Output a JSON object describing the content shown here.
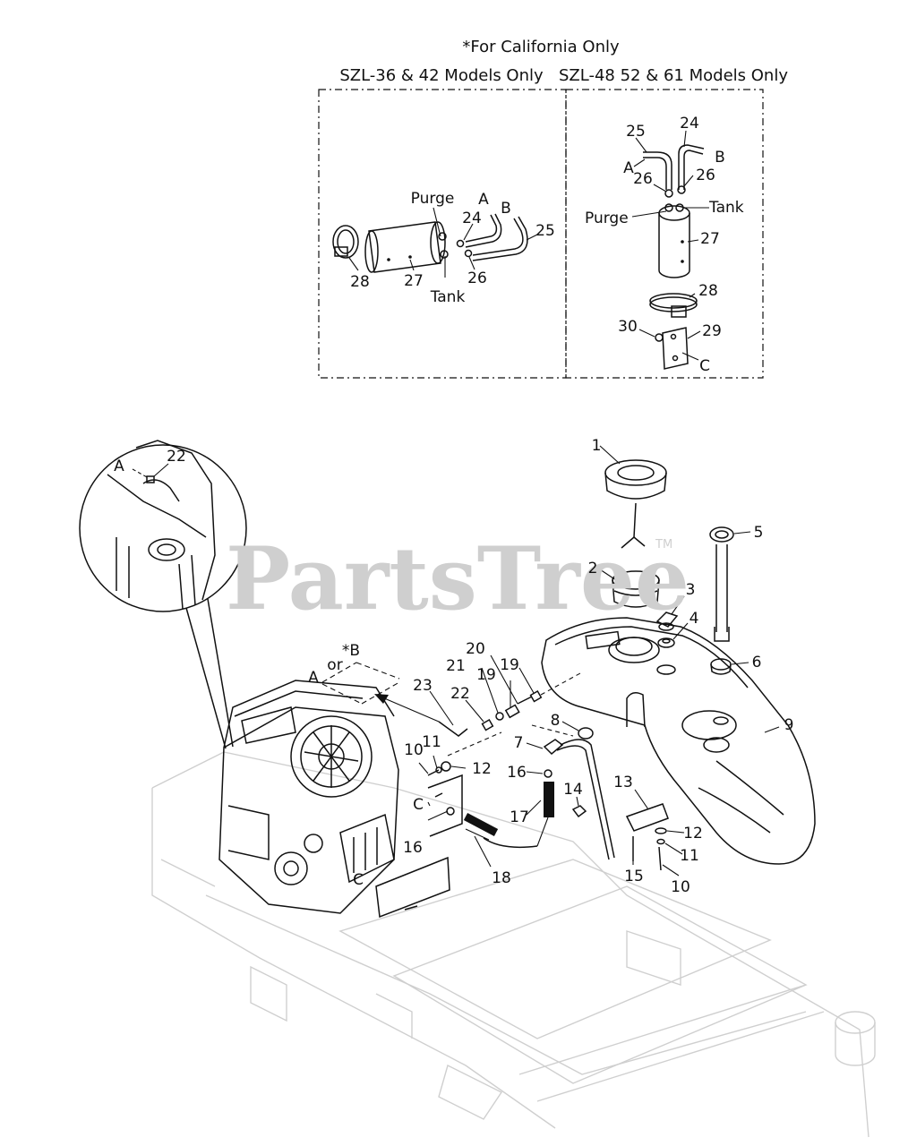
{
  "header": {
    "california_note": "*For California Only",
    "left_box_title": "SZL-36 & 42 Models Only",
    "right_box_title": "SZL-48 52 & 61 Models Only"
  },
  "watermark": {
    "brand": "PartsTree",
    "tm": "TM"
  },
  "left_box_labels": {
    "purge": "Purge",
    "tank": "Tank",
    "a": "A",
    "b": "B",
    "n24": "24",
    "n25": "25",
    "n26": "26",
    "n27": "27",
    "n28": "28"
  },
  "right_box_labels": {
    "n25": "25",
    "n24": "24",
    "a": "A",
    "b": "B",
    "n26a": "26",
    "n26b": "26",
    "tank": "Tank",
    "purge": "Purge",
    "n27": "27",
    "n28": "28",
    "n30": "30",
    "n29": "29",
    "c": "C"
  },
  "detail_labels": {
    "a": "A",
    "n22": "22"
  },
  "main_labels": {
    "n1": "1",
    "n2": "2",
    "n3": "3",
    "n4": "4",
    "n5": "5",
    "n6": "6",
    "n7": "7",
    "n8": "8",
    "n9": "9",
    "n10a": "10",
    "n11a": "11",
    "n12a": "12",
    "n13": "13",
    "n14": "14",
    "n15": "15",
    "n16a": "16",
    "n16b": "16",
    "n17": "17",
    "n18": "18",
    "n19a": "19",
    "n19b": "19",
    "n20": "20",
    "n21": "21",
    "n22": "22",
    "n23": "23",
    "n12b": "12",
    "n11b": "11",
    "n10b": "10",
    "a": "A",
    "or": "or",
    "b": "*B",
    "c1": "C",
    "c2": "C"
  }
}
